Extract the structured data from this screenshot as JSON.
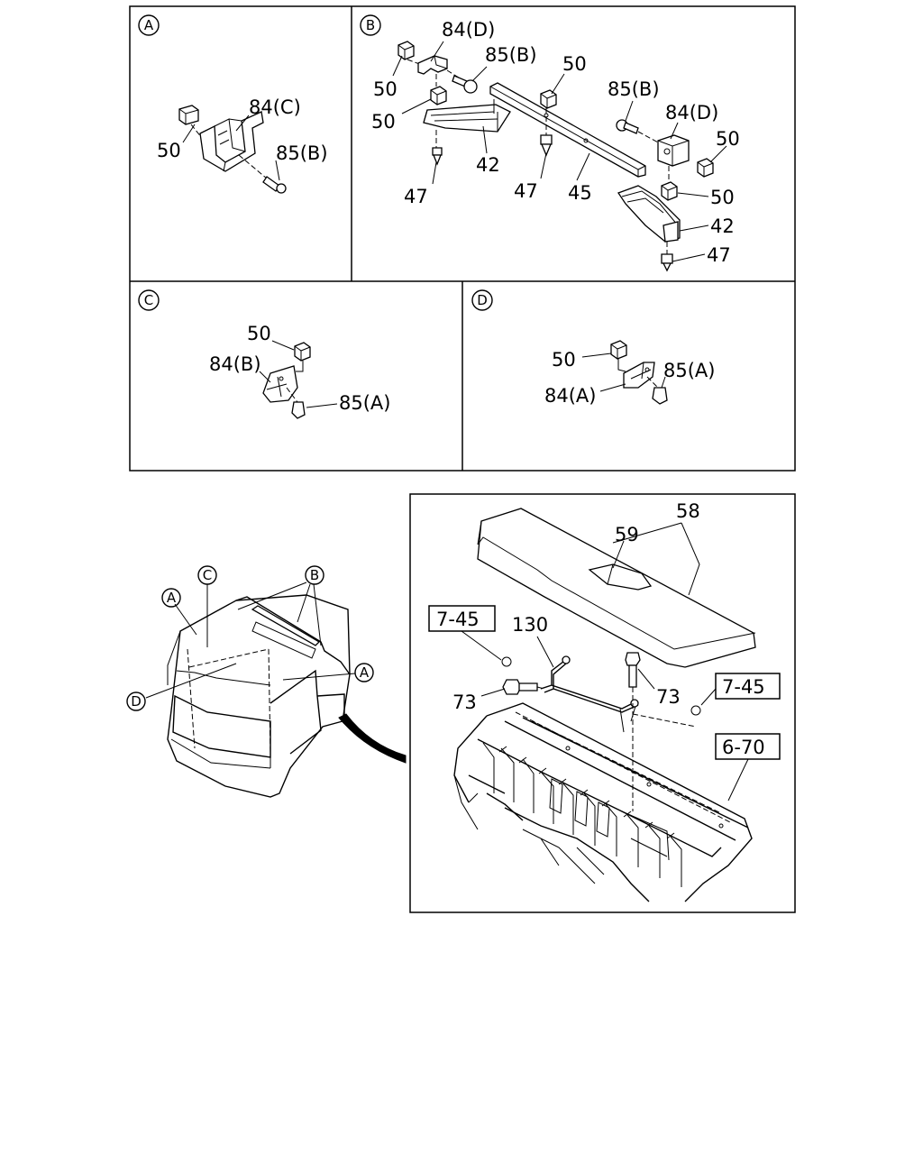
{
  "panels": {
    "A": {
      "marker": "A",
      "labels": {
        "clip": "50",
        "bracket": "84(C)",
        "screw": "85(B)"
      }
    },
    "B": {
      "marker": "B",
      "labels": {
        "bracket_left": "84(D)",
        "screw_left": "85(B)",
        "clip_top_left": "50",
        "clip_left": "50",
        "clip_center": "50",
        "support_left": "42",
        "fastener_left": "47",
        "fastener_center": "47",
        "rail": "45",
        "screw_right": "85(B)",
        "bracket_right": "84(D)",
        "clip_right": "50",
        "clip_right_lower": "50",
        "support_right": "42",
        "fastener_right": "47"
      }
    },
    "C": {
      "marker": "C",
      "labels": {
        "clip": "50",
        "bracket": "84(B)",
        "screw": "85(A)"
      }
    },
    "D": {
      "marker": "D",
      "labels": {
        "clip": "50",
        "bracket": "84(A)",
        "screw": "85(A)"
      }
    }
  },
  "vehicle": {
    "markers": {
      "A_left": "A",
      "C": "C",
      "B": "B",
      "A_right": "A",
      "D": "D"
    }
  },
  "detail": {
    "labels": {
      "board": "58",
      "board_handle": "59",
      "ref_left": "7-45",
      "ref_right": "7-45",
      "ref_floor": "6-70",
      "rod": "130",
      "bolt_left": "73",
      "bolt_right": "73"
    }
  }
}
